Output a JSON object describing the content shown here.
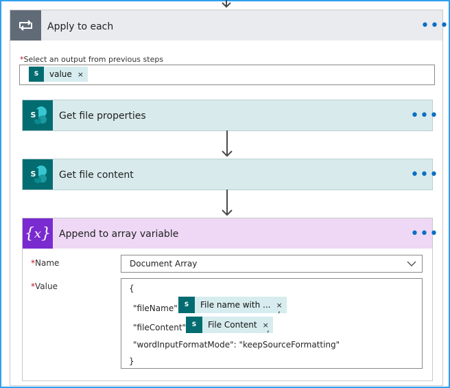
{
  "apply": {
    "title": "Apply to each",
    "more": "•••",
    "select_label": "Select an output from previous steps",
    "required_mark": "*",
    "token_value": "value",
    "token_remove": "×"
  },
  "actions": [
    {
      "title": "Get file properties",
      "more": "•••"
    },
    {
      "title": "Get file content",
      "more": "•••"
    }
  ],
  "append": {
    "title": "Append to array variable",
    "more": "•••",
    "name_label": "Name",
    "name_value": "Document Array",
    "value_label": "Value",
    "open_brace": "{",
    "close_brace": "}",
    "filename_key": "\"fileName\":",
    "filename_token": "File name with ...",
    "filecontent_key": "\"fileContent\":",
    "filecontent_token": "File Content",
    "comma": ",",
    "word_line": "\"wordInputFormatMode\": \"keepSourceFormatting\"",
    "token_remove": "×"
  },
  "icons": {
    "loop": "loop-icon",
    "sharepoint": "sharepoint-icon",
    "variable": "variable-icon",
    "chevron": "chevron-down-icon"
  },
  "colors": {
    "frame": "#2ea0f0",
    "sharepoint": "#036c70",
    "variable": "#7a2bcf",
    "loop": "#616b78",
    "link": "#0b6fc4"
  }
}
